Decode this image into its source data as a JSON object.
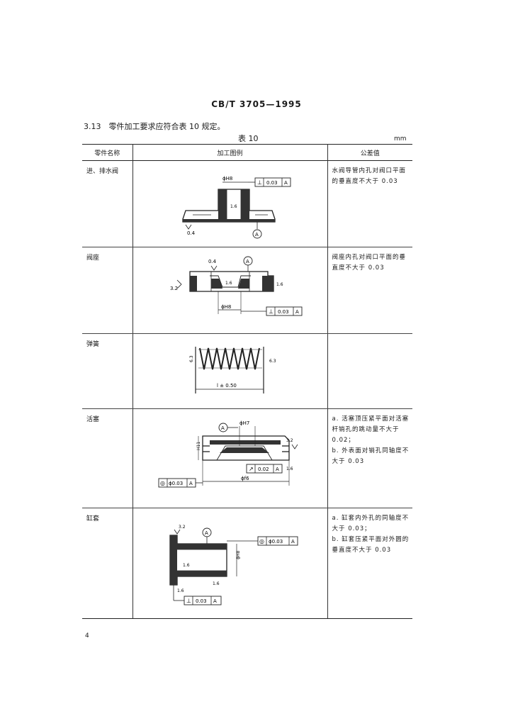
{
  "header": {
    "standard": "CB/T 3705—1995"
  },
  "clause": {
    "text": "3.13　零件加工要求应符合表 10 规定。"
  },
  "table": {
    "caption": "表 10",
    "unit": "mm",
    "headers": [
      "零件名称",
      "加工图例",
      "公差值"
    ],
    "rows": [
      {
        "name": "进、排水阀",
        "tolerance": [
          "水阀导管内孔对阀口平面",
          "的垂直度不大于 0.03"
        ],
        "labels": {
          "dim": "ϕH8",
          "frame_sym": "⊥",
          "frame_val": "0.03",
          "frame_ref": "A",
          "rough1": "1.6",
          "rough2": "0.4",
          "datum": "A"
        }
      },
      {
        "name": "阀座",
        "tolerance": [
          "阀座内孔对阀口平面的垂",
          "直度不大于 0.03"
        ],
        "labels": {
          "rough_top": "0.4",
          "rough_left": "3.2",
          "rough_mid": "1.6",
          "rough_right": "1.6",
          "dim": "ϕH8",
          "frame_sym": "⊥",
          "frame_val": "0.03",
          "frame_ref": "A",
          "datum": "A"
        }
      },
      {
        "name": "弹簧",
        "tolerance": [],
        "labels": {
          "left_dim": "6.3",
          "right_dim": "6.3",
          "length": "l ± 0.50"
        }
      },
      {
        "name": "活塞",
        "tolerance": [
          "a. 活塞顶压紧平面对活塞",
          "杆销孔的跳动量不大于",
          "0.02；",
          "b. 外表面对销孔同轴度不",
          "大于 0.03"
        ],
        "labels": {
          "dim_top": "ϕH7",
          "datum": "A",
          "rough_r": "3.2",
          "h": "H11",
          "frame_sym": "↗",
          "frame_val": "0.02",
          "frame_ref": "A",
          "rough_d": "1.6",
          "dim_bottom": "ϕf6",
          "coax_sym": "◎",
          "coax_val": "ϕ0.03",
          "coax_ref": "A"
        }
      },
      {
        "name": "缸套",
        "tolerance": [
          "a. 缸套内外孔的同轴度不",
          "大于 0.03；",
          "b. 缸套压紧平面对外圆的",
          "垂直度不大于 0.03"
        ],
        "labels": {
          "rough_tl": "3.2",
          "datum": "A",
          "coax_sym": "◎",
          "coax_val": "ϕ0.03",
          "coax_ref": "A",
          "dim": "ϕH8",
          "rough_in": "1.6",
          "rough_b1": "1.6",
          "rough_b2": "1.6",
          "frame_sym": "⊥",
          "frame_val": "0.03",
          "frame_ref": "A"
        }
      }
    ]
  },
  "footer": {
    "page": "4"
  }
}
